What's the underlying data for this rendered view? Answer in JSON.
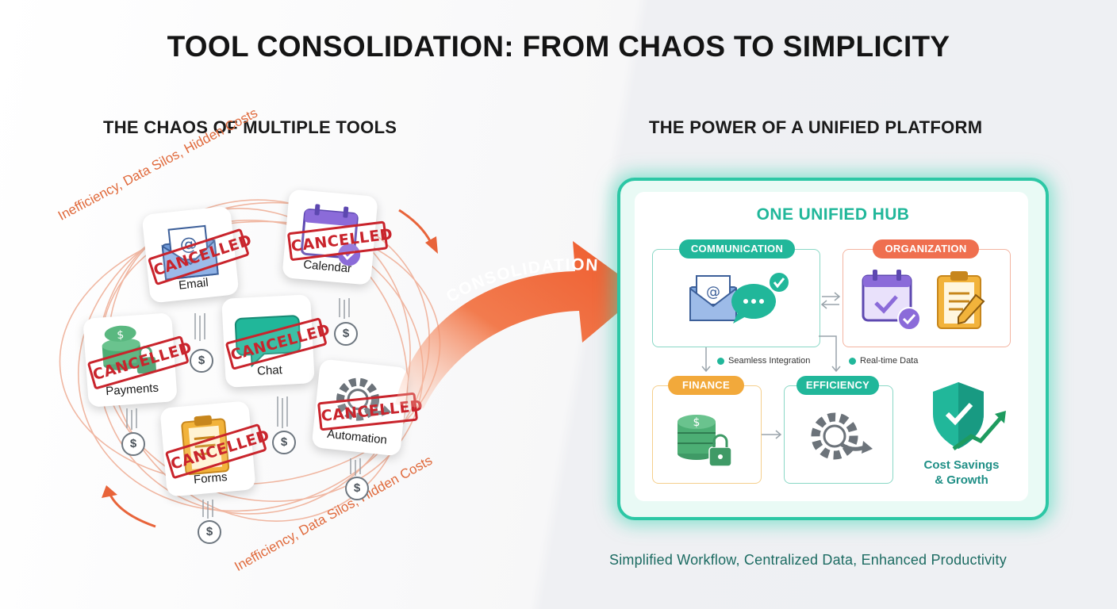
{
  "title": "TOOL CONSOLIDATION: FROM CHAOS TO SIMPLICITY",
  "left": {
    "heading": "THE CHAOS OF MULTIPLE TOOLS",
    "orbit_text_top": "Inefficiency, Data Silos, Hidden Costs",
    "orbit_text_bottom": "Inefficiency, Data Silos, Hidden Costs",
    "stamp": "CANCELLED",
    "coin_symbol": "$",
    "tools": [
      {
        "label": "Email",
        "icon": "envelope-icon"
      },
      {
        "label": "Calendar",
        "icon": "calendar-icon"
      },
      {
        "label": "Payments",
        "icon": "money-stack-icon"
      },
      {
        "label": "Chat",
        "icon": "chat-bubble-icon"
      },
      {
        "label": "Automation",
        "icon": "gear-icon"
      },
      {
        "label": "Forms",
        "icon": "clipboard-icon"
      }
    ]
  },
  "arrow": {
    "label": "CONSOLIDATION"
  },
  "right": {
    "heading": "THE POWER OF A UNIFIED PLATFORM",
    "hub_title": "ONE UNIFIED HUB",
    "modules": [
      {
        "label": "COMMUNICATION",
        "color": "#21b79a"
      },
      {
        "label": "ORGANIZATION",
        "color": "#ef6f4f"
      },
      {
        "label": "FINANCE",
        "color": "#f2a93b"
      },
      {
        "label": "EFFICIENCY",
        "color": "#21b79a"
      }
    ],
    "legend": [
      "Seamless Integration",
      "Real-time Data"
    ],
    "savings": [
      "Cost Savings",
      "& Growth"
    ],
    "footer": "Simplified Workflow, Centralized Data, Enhanced Productivity"
  },
  "colors": {
    "teal": "#21b79a",
    "orange": "#ef6f4f",
    "red_stamp": "#c9242c",
    "gold": "#f2a93b",
    "purple": "#8b6bd9"
  }
}
